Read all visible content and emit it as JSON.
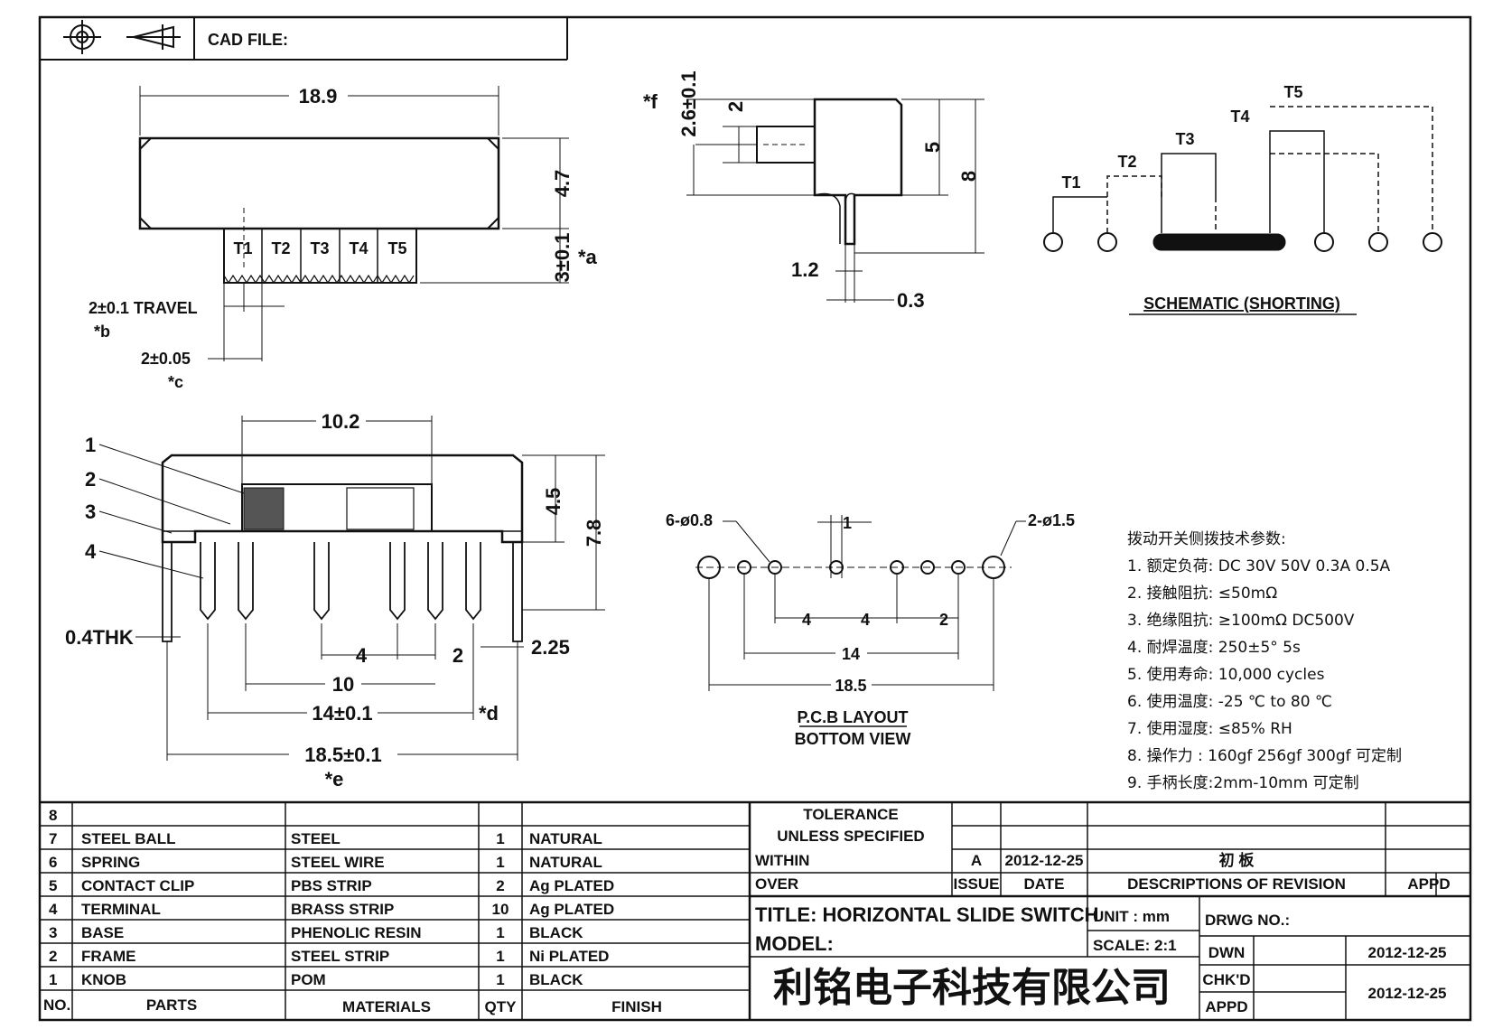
{
  "header": {
    "cad_file_label": "CAD FILE:",
    "crosshair_icon": "projection-crosshair-icon",
    "projection_icon": "projection-cone-icon"
  },
  "top_view": {
    "width": "18.9",
    "height": "4.7",
    "pin_length": "3±0.1",
    "pin_length_note": "*a",
    "travel": "2±0.1 TRAVEL",
    "travel_note": "*b",
    "pitch": "2±0.05",
    "pitch_note": "*c",
    "terminals": [
      "T1",
      "T2",
      "T3",
      "T4",
      "T5"
    ]
  },
  "side_view": {
    "note": "*f",
    "knob_offset": "2.6±0.1",
    "knob_height": "2",
    "body_height": "5",
    "total_height": "8",
    "pin_width": "1.2",
    "pin_thickness": "0.3"
  },
  "schematic": {
    "title": "SCHEMATIC (SHORTING)",
    "labels": [
      "T1",
      "T2",
      "T3",
      "T4",
      "T5"
    ]
  },
  "front_view": {
    "callouts": [
      "1",
      "2",
      "3",
      "4"
    ],
    "knob_width": "10.2",
    "height_small": "4.5",
    "height_total": "7.8",
    "thickness": "0.4THK",
    "dim_4": "4",
    "dim_2": "2",
    "dim_225": "2.25",
    "dim_10": "10",
    "dim_14": "14±0.1",
    "dim_14_note": "*d",
    "dim_185": "18.5±0.1",
    "dim_185_note": "*e"
  },
  "pcb_layout": {
    "hole_small": "6-ø0.8",
    "hole_large": "2-ø1.5",
    "dim_1": "1",
    "dim_4a": "4",
    "dim_4b": "4",
    "dim_2": "2",
    "dim_14": "14",
    "dim_185": "18.5",
    "title": "P.C.B LAYOUT",
    "subtitle": "BOTTOM VIEW"
  },
  "specs": {
    "heading": "拨动开关侧拨技术参数:",
    "items": [
      "1.  额定负荷: DC 30V    50V    0.3A    0.5A",
      "2.  接触阻抗: ≤50mΩ",
      "3.  绝缘阻抗: ≥100mΩ   DC500V",
      "4.  耐焊温度: 250±5°  5s",
      "5.  使用寿命: 10,000 cycles",
      "6.  使用温度: -25 ℃ to 80 ℃",
      "7.  使用湿度: ≤85% RH",
      "8.  操作力 : 160gf    256gf    300gf  可定制",
      "9.  手柄长度:2mm-10mm   可定制"
    ]
  },
  "bom": {
    "headers": {
      "no": "NO.",
      "parts": "PARTS",
      "materials": "MATERIALS",
      "qty": "QTY",
      "finish": "FINISH"
    },
    "rows": [
      {
        "no": "8",
        "part": "",
        "material": "",
        "qty": "",
        "finish": ""
      },
      {
        "no": "7",
        "part": "STEEL BALL",
        "material": "STEEL",
        "qty": "1",
        "finish": "NATURAL"
      },
      {
        "no": "6",
        "part": "SPRING",
        "material": "STEEL WIRE",
        "qty": "1",
        "finish": "NATURAL"
      },
      {
        "no": "5",
        "part": "CONTACT CLIP",
        "material": "PBS STRIP",
        "qty": "2",
        "finish": "Ag PLATED"
      },
      {
        "no": "4",
        "part": "TERMINAL",
        "material": "BRASS STRIP",
        "qty": "10",
        "finish": "Ag PLATED"
      },
      {
        "no": "3",
        "part": "BASE",
        "material": "PHENOLIC RESIN",
        "qty": "1",
        "finish": "BLACK"
      },
      {
        "no": "2",
        "part": "FRAME",
        "material": "STEEL STRIP",
        "qty": "1",
        "finish": "Ni PLATED"
      },
      {
        "no": "1",
        "part": "KNOB",
        "material": "POM",
        "qty": "1",
        "finish": "BLACK"
      }
    ]
  },
  "title_block": {
    "tolerance_1": "TOLERANCE",
    "tolerance_2": "UNLESS   SPECIFIED",
    "within": "WITHIN",
    "over": "OVER",
    "issue_value": "A",
    "date_value": "2012-12-25",
    "revision_note": "初 板",
    "issue_label": "ISSUE",
    "date_label": "DATE",
    "desc_label": "DESCRIPTIONS OF REVISION",
    "appd_label": "APPD",
    "title": "TITLE: HORIZONTAL SLIDE SWITCH",
    "unit": "UNIT : mm",
    "drwg_no": "DRWG NO.:",
    "model": "MODEL:",
    "scale": "SCALE: 2:1",
    "company": "利铭电子科技有限公司",
    "dwn": "DWN",
    "chkd": "CHK'D",
    "appd": "APPD",
    "dwn_date": "2012-12-25",
    "chkd_date": "2012-12-25"
  }
}
